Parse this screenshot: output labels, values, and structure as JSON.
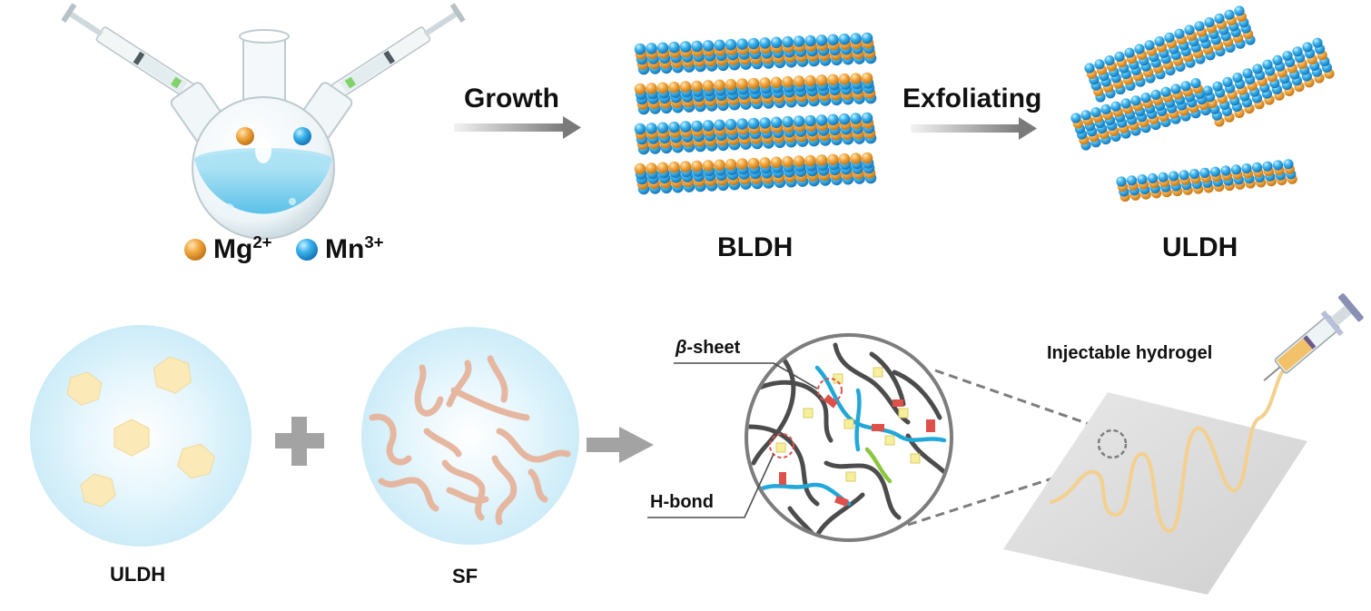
{
  "top_row": {
    "legend_mg_text": "Mg",
    "legend_mg_sup": "2+",
    "legend_mn_text": "Mn",
    "legend_mn_sup": "3+",
    "arrow_growth_label": "Growth",
    "bldh_label": "BLDH",
    "arrow_exfoliating_label": "Exfoliating",
    "uldh_top_label": "ULDH"
  },
  "bottom_row": {
    "uldh_label": "ULDH",
    "plus_symbol": "+",
    "sf_label": "SF",
    "beta_symbol": "β",
    "beta_rest": "-sheet",
    "hbond_label": "H-bond",
    "injectable_label": "Injectable hydrogel"
  },
  "colors": {
    "mg_orange": "#f0a845",
    "mn_blue": "#2fa6e4",
    "arrow_gray": "#8a8a8a",
    "nanosheet_yellow": "#fbeab7",
    "fiber_pink": "#e6b7a0",
    "glow_blue": "#c9ecf8",
    "network_gray": "#555555",
    "network_cyan": "#22a8d8",
    "network_red": "#e0504a",
    "network_green": "#8cc63f",
    "crosslink_yellow": "#f7ef9c"
  }
}
